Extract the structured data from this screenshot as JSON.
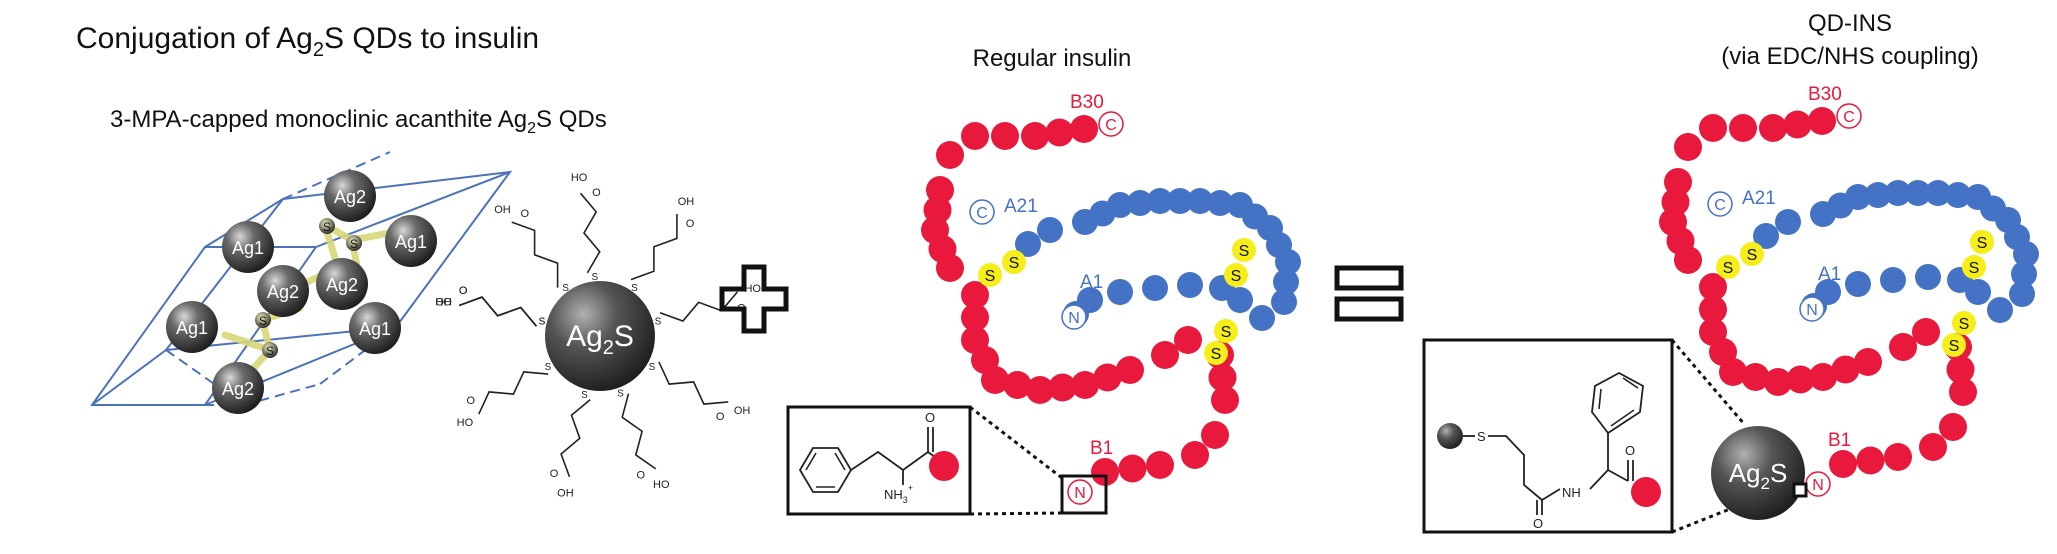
{
  "title": {
    "text": "Conjugation of Ag",
    "sub": "2",
    "text2": "S QDs to insulin"
  },
  "crystal": {
    "caption_pre": "3-MPA-capped  monoclinic acanthite Ag",
    "caption_sub": "2",
    "caption_post": "S QDs",
    "atom_ag1": "Ag1",
    "atom_ag2": "Ag2",
    "atom_s": "S"
  },
  "qd": {
    "core_pre": "Ag",
    "core_sub": "2",
    "core_post": "S",
    "ligand_s": "S",
    "ligand_o": "O",
    "ligand_oh": "OH",
    "ligand_ho": "HO"
  },
  "regular": {
    "title": "Regular insulin",
    "b30": "B30",
    "b1": "B1",
    "a21": "A21",
    "a1": "A1",
    "c_term": "C",
    "n_term": "N",
    "s": "S",
    "inset_nh3": "NH",
    "inset_nh3_sub": "3",
    "inset_plus": "+",
    "inset_o": "O"
  },
  "conjugate": {
    "title_line1": "QD-INS",
    "title_line2": "(via EDC/NHS coupling)",
    "b30": "B30",
    "b1": "B1",
    "a21": "A21",
    "a1": "A1",
    "c_term": "C",
    "n_term": "N",
    "s": "S",
    "inset_s": "S",
    "inset_nh": "NH",
    "inset_o": "O",
    "core_pre": "Ag",
    "core_sub": "2",
    "core_post": "S"
  },
  "colors": {
    "b_chain": "#e8193c",
    "a_chain": "#4472c4",
    "disulfide": "#f5ee1a",
    "lattice": "#4a73b8",
    "bond": "#d8d87a"
  }
}
